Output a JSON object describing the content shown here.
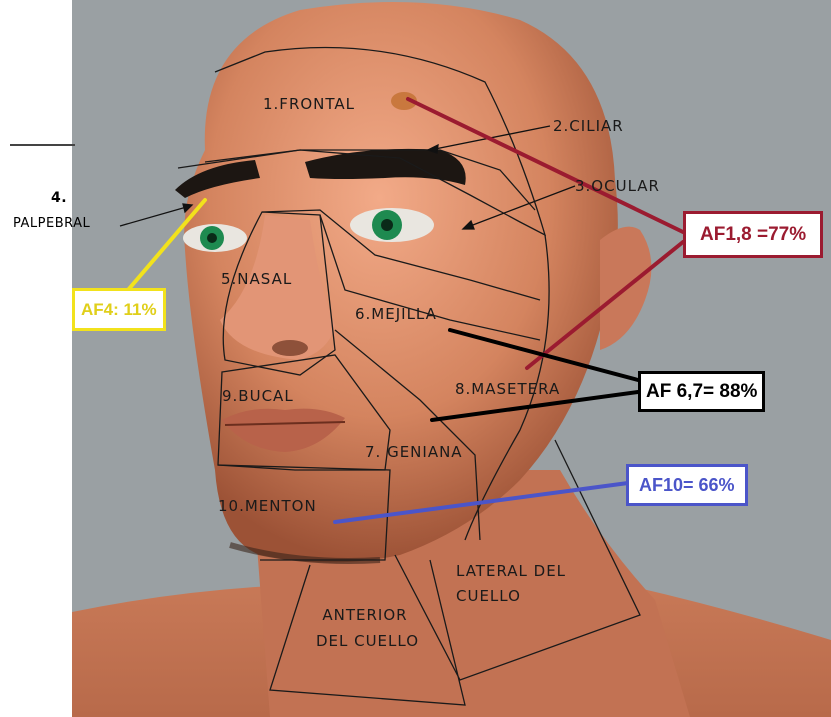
{
  "zones": {
    "frontal": "1.FRONTAL",
    "ciliar": "2.CILIAR",
    "ocular": "3.OCULAR",
    "palpebral_num": "4.",
    "palpebral": "PALPEBRAL",
    "nasal": "5.NASAL",
    "mejilla": "6.MEJILLA",
    "geniana": "7. GENIANA",
    "masetera": "8.MASETERA",
    "bucal": "9.BUCAL",
    "menton": "10.MENTON",
    "lateral_line1": "LATERAL DEL",
    "lateral_line2": "CUELLO",
    "anterior_line1": "ANTERIOR",
    "anterior_line2": "DEL CUELLO"
  },
  "callouts": {
    "af18": {
      "text": "AF1,8 =77%",
      "color": "#9b1b30"
    },
    "af4": {
      "text": "AF4: 11%",
      "color": "#f2e21c"
    },
    "af67": {
      "text": "AF 6,7= 88%",
      "color": "#000000"
    },
    "af10": {
      "text": "AF10= 66%",
      "color": "#4b55c9"
    }
  },
  "colors": {
    "background": "#9aa0a3",
    "skin": "#d98a68",
    "eye_iris": "#1e8a50",
    "eyebrow": "#1c1612"
  }
}
